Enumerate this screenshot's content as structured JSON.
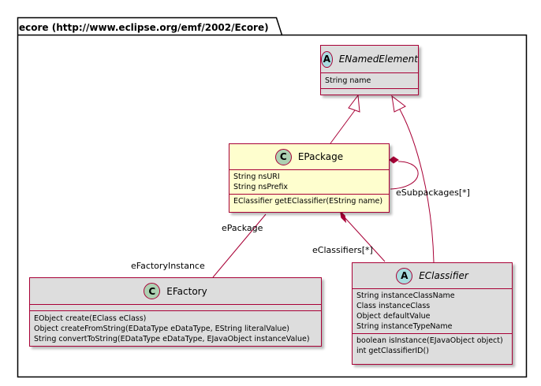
{
  "package": {
    "name": "ecore (http://www.eclipse.org/emf/2002/Ecore)"
  },
  "colors": {
    "border": "#a80036",
    "class_fill": "#fefece",
    "abstract_fill": "#dddddd",
    "badge_abstract": "#a9dcdf",
    "badge_class": "#add1b2"
  },
  "classes": {
    "enamed_element": {
      "stereotype": "A",
      "name": "ENamedElement",
      "attributes": [
        "String name"
      ],
      "operations": []
    },
    "epackage": {
      "stereotype": "C",
      "name": "EPackage",
      "attributes": [
        "String nsURI",
        "String nsPrefix"
      ],
      "operations": [
        "EClassifier getEClassifier(EString name)"
      ]
    },
    "efactory": {
      "stereotype": "C",
      "name": "EFactory",
      "attributes": [],
      "operations": [
        "EObject create(EClass eClass)",
        "Object createFromString(EDataType eDataType, EString literalValue)",
        "String convertToString(EDataType eDataType, EJavaObject instanceValue)"
      ]
    },
    "eclassifier": {
      "stereotype": "A",
      "name": "EClassifier",
      "attributes": [
        "String instanceClassName",
        "Class instanceClass",
        "Object defaultValue",
        "String instanceTypeName"
      ],
      "operations": [
        "boolean isInstance(EJavaObject object)",
        "int getClassifierID()"
      ]
    }
  },
  "relations": {
    "esubpackages": "eSubpackages[*]",
    "epackage_role": "ePackage",
    "efactory_instance": "eFactoryInstance",
    "eclassifiers": "eClassifiers[*]"
  }
}
